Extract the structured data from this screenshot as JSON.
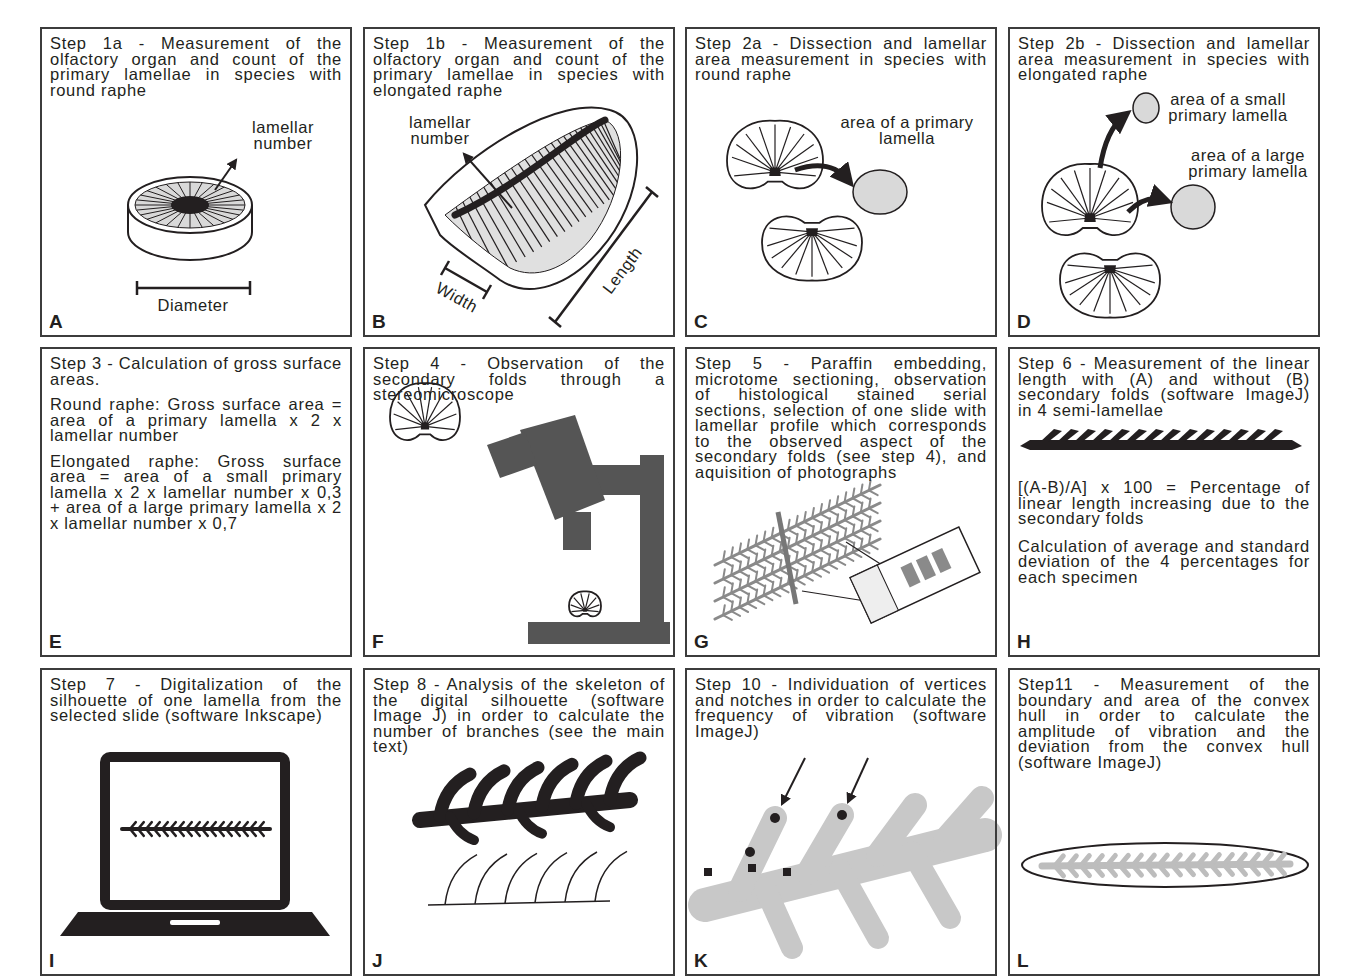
{
  "diagram": {
    "nodes": [
      {
        "text": [
          "Step 1a - Measurement of the olfactory organ and count of the primary lamellae in species with round raphe",
          "A"
        ]
      },
      {
        "text": [
          "Step 1b - Measurement of the olfactory organ and count of the primary lamellae in species with elongated raphe",
          "B"
        ]
      },
      {
        "text": [
          "Step 2a - Dissection and lamellar area measurement in species with round raphe",
          "C"
        ]
      },
      {
        "text": [
          "Step 2b - Dissection and lamellar area measurement in species with elongated raphe",
          "D"
        ]
      },
      {
        "text": [
          "Step 3 - Calculation of gross surface areas.",
          "Round raphe: Gross surface area = area of a primary lamella x 2 x lamellar number",
          "Elongated raphe: Gross surface area = area of a small primary lamella x 2 x lamellar number x 0,3 + area of a large primary lamella x 2 x lamellar number x 0,7",
          "E"
        ]
      },
      {
        "text": [
          "Step 4 - Observation of the secondary folds through a stereomicroscope",
          "F"
        ]
      },
      {
        "text": [
          "Step 5 - Paraffin embedding, microtome sectioning, observation of histological stained serial sections, selection of one slide with lamellar profile which corresponds to the observed aspect of the secondary folds (see step 4), and aquisition of photographs",
          "G"
        ]
      },
      {
        "text": [
          "Step 6 - Measurement of the linear length with (A) and without (B) secondary folds (software ImageJ) in 4 semi-lamellae",
          "[(A-B)/A] x 100 = Percentage of linear length increasing due to the secondary folds",
          "Calculation of average and standard deviation of the 4 percentages for each specimen",
          "H"
        ]
      },
      {
        "text": [
          "Step 7 - Digitalization of the silhouette of one lamella from the selected slide (software Inkscape)",
          "I"
        ]
      },
      {
        "text": [
          "Step 8 - Analysis of the skeleton of the digital silhouette (software Image J) in order to calculate the number of branches (see the main text)",
          "J"
        ]
      },
      {
        "text": [
          "Step 10 - Individuation of vertices and notches in order to calculate the frequency of vibration (software ImageJ)",
          "K"
        ]
      },
      {
        "text": [
          "Step11 - Measurement of the boundary and area of the convex hull in order to calculate the amplitude of vibration and the deviation from the convex hull (software ImageJ)",
          "L"
        ]
      }
    ],
    "labels": [
      "lamellar number",
      "Diameter",
      "lamellar number",
      "Width",
      "Length",
      "area of a primary lamella",
      "area of a small primary lamella",
      "area of a large primary lamella"
    ]
  }
}
